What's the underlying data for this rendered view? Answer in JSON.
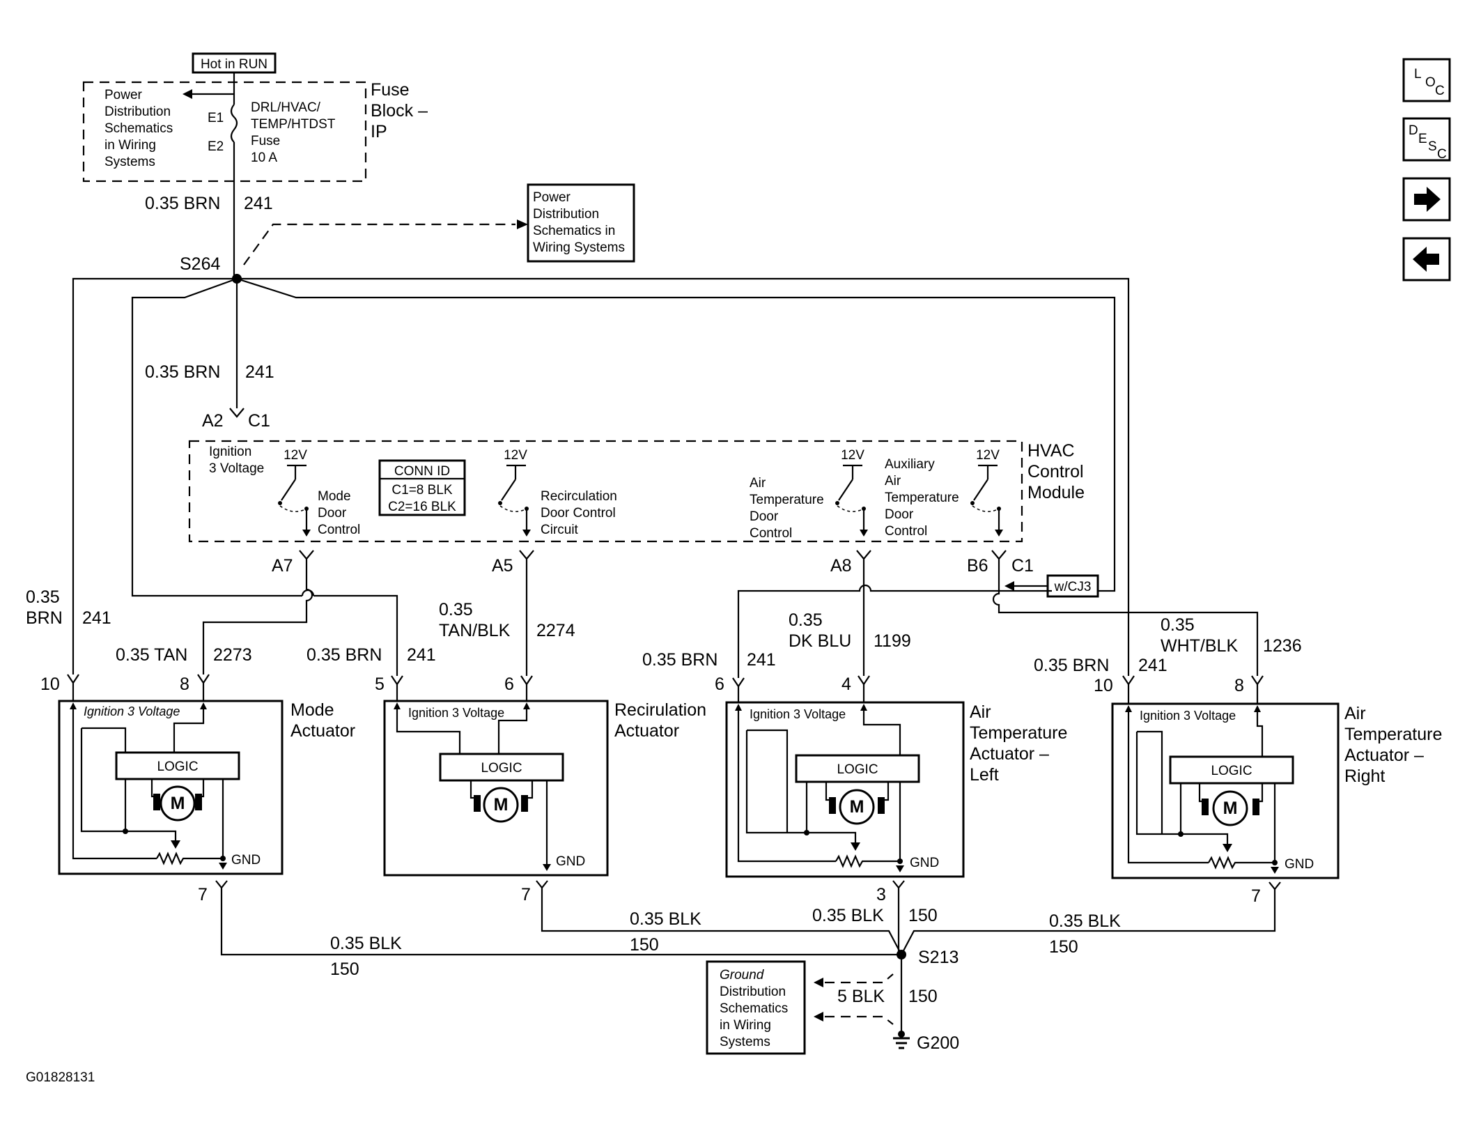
{
  "fuse_block": {
    "hot_label": "Hot in RUN",
    "power_ref_lines": [
      "Power",
      "Distribution",
      "Schematics",
      "in Wiring",
      "Systems"
    ],
    "pin_e1": "E1",
    "pin_e2": "E2",
    "fuse_lines": [
      "DRL/HVAC/",
      "TEMP/HTDST",
      "Fuse",
      "10 A"
    ],
    "title_lines": [
      "Fuse",
      "Block –",
      "IP"
    ]
  },
  "power_ref_box": {
    "lines": [
      "Power",
      "Distribution",
      "Schematics in",
      "Wiring Systems"
    ]
  },
  "wires": {
    "feed_top": {
      "gauge": "0.35 BRN",
      "circuit": "241"
    },
    "feed_module": {
      "gauge": "0.35 BRN",
      "circuit": "241"
    },
    "left_brn_gauge": "0.35",
    "left_brn_color": "BRN",
    "left_brn_circuit": "241",
    "mode_tan": {
      "gauge": "0.35 TAN",
      "circuit": "2273"
    },
    "mode_brn": {
      "gauge": "0.35 BRN",
      "circuit": "241"
    },
    "recirc_gauge": "0.35",
    "recirc_color": "TAN/BLK",
    "recirc_circuit": "2274",
    "airL_brn": {
      "gauge": "0.35 BRN",
      "circuit": "241"
    },
    "airL_gauge": "0.35",
    "airL_color": "DK BLU",
    "airL_circuit": "1199",
    "airR_brn": {
      "gauge": "0.35 BRN",
      "circuit": "241"
    },
    "airR_gauge": "0.35",
    "airR_color": "WHT/BLK",
    "airR_circuit": "1236",
    "gnd_mode": {
      "gauge": "0.35 BLK",
      "circuit": "150"
    },
    "gnd_recirc": {
      "gauge": "0.35 BLK",
      "circuit": "150"
    },
    "gnd_left": {
      "gauge": "0.35 BLK",
      "circuit": "150"
    },
    "gnd_right": {
      "gauge": "0.35 BLK",
      "circuit": "150"
    },
    "gnd_main": {
      "gauge": "5 BLK",
      "circuit": "150"
    }
  },
  "splices": {
    "s264": "S264",
    "s213": "S213",
    "g200": "G200"
  },
  "hvac_module": {
    "title_lines": [
      "HVAC",
      "Control",
      "Module"
    ],
    "pin_a2": "A2",
    "pin_c1": "C1",
    "pin_a7": "A7",
    "pin_a5": "A5",
    "pin_a8": "A8",
    "pin_b6": "B6",
    "pin_c1b": "C1",
    "option_label": "w/CJ3",
    "ignition_lines": [
      "Ignition",
      "3 Voltage"
    ],
    "conn_id": {
      "title": "CONN ID",
      "c1": "C1=8 BLK",
      "c2": "C2=16 BLK"
    },
    "voltage": "12V",
    "mode_lines": [
      "Mode",
      "Door",
      "Control"
    ],
    "recirc_lines": [
      "Recirculation",
      "Door Control",
      "Circuit"
    ],
    "air_lines": [
      "Air",
      "Temperature",
      "Door",
      "Control"
    ],
    "aux_lines": [
      "Auxiliary",
      "Air",
      "Temperature",
      "Door",
      "Control"
    ]
  },
  "actuators": {
    "ign_label": "Ignition 3 Voltage",
    "logic_label": "LOGIC",
    "motor_label": "M",
    "gnd_label": "GND",
    "mode": {
      "title_lines": [
        "Mode",
        "Actuator"
      ],
      "pin_10": "10",
      "pin_8": "8",
      "pin_7": "7"
    },
    "recirc": {
      "title_lines": [
        "Recirulation",
        "Actuator"
      ],
      "pin_5": "5",
      "pin_6": "6",
      "pin_7": "7"
    },
    "air_left": {
      "title_lines": [
        "Air",
        "Temperature",
        "Actuator –",
        "Left"
      ],
      "pin_6": "6",
      "pin_4": "4",
      "pin_3": "3"
    },
    "air_right": {
      "title_lines": [
        "Air",
        "Temperature",
        "Actuator –",
        "Right"
      ],
      "pin_10": "10",
      "pin_8": "8",
      "pin_7": "7"
    }
  },
  "ground_ref_box": {
    "lines": [
      "Ground",
      "Distribution",
      "Schematics",
      "in Wiring",
      "Systems"
    ]
  },
  "figure_id": "G01828131",
  "nav": {
    "loc_l": "L",
    "loc_o": "O",
    "loc_c": "C",
    "desc_d": "D",
    "desc_e": "E",
    "desc_s": "S",
    "desc_c": "C"
  }
}
